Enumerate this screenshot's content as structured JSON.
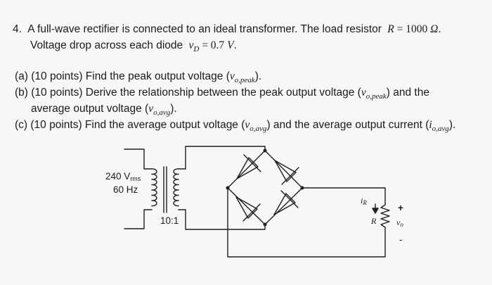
{
  "problem": {
    "number": "4.",
    "line1_text": "A full-wave rectifier is connected to an ideal transformer. The load resistor",
    "line1_math_var": "R",
    "line1_math_eq": " = 1000 ",
    "line1_math_unit": "Ω",
    "line1_end": ".",
    "line2_text": "Voltage drop across each diode",
    "line2_math_var": "v",
    "line2_math_sub": "D",
    "line2_math_eq": " = 0.7 ",
    "line2_math_unit": "V",
    "line2_end": "."
  },
  "parts": {
    "a": {
      "prefix": "(a) (10 points) Find the peak output voltage (",
      "var": "v",
      "sub": "o,peak",
      "suffix": ")."
    },
    "b": {
      "prefix": "(b) (10 points) Derive the relationship between the peak output voltage (",
      "var": "v",
      "sub": "o,peak",
      "suffix": ") and the",
      "cont_prefix": "average output voltage (",
      "cont_var": "v",
      "cont_sub": "o,avg",
      "cont_suffix": ")."
    },
    "c": {
      "prefix": "(c) (10 points) Find the average output voltage (",
      "var": "v",
      "sub": "o,avg",
      "middle": ") and the average output current (",
      "var2": "i",
      "sub2": "o,avg",
      "suffix": ")."
    }
  },
  "circuit": {
    "source_voltage": "240 V",
    "source_voltage_sub": "rms",
    "source_frequency": "60 Hz",
    "turns_ratio": "10:1",
    "current_label": "i",
    "current_label_sub": "R",
    "resistor_label": "R",
    "output_plus": "+",
    "output_label": "v",
    "output_label_sub": "o",
    "output_minus": "-"
  }
}
